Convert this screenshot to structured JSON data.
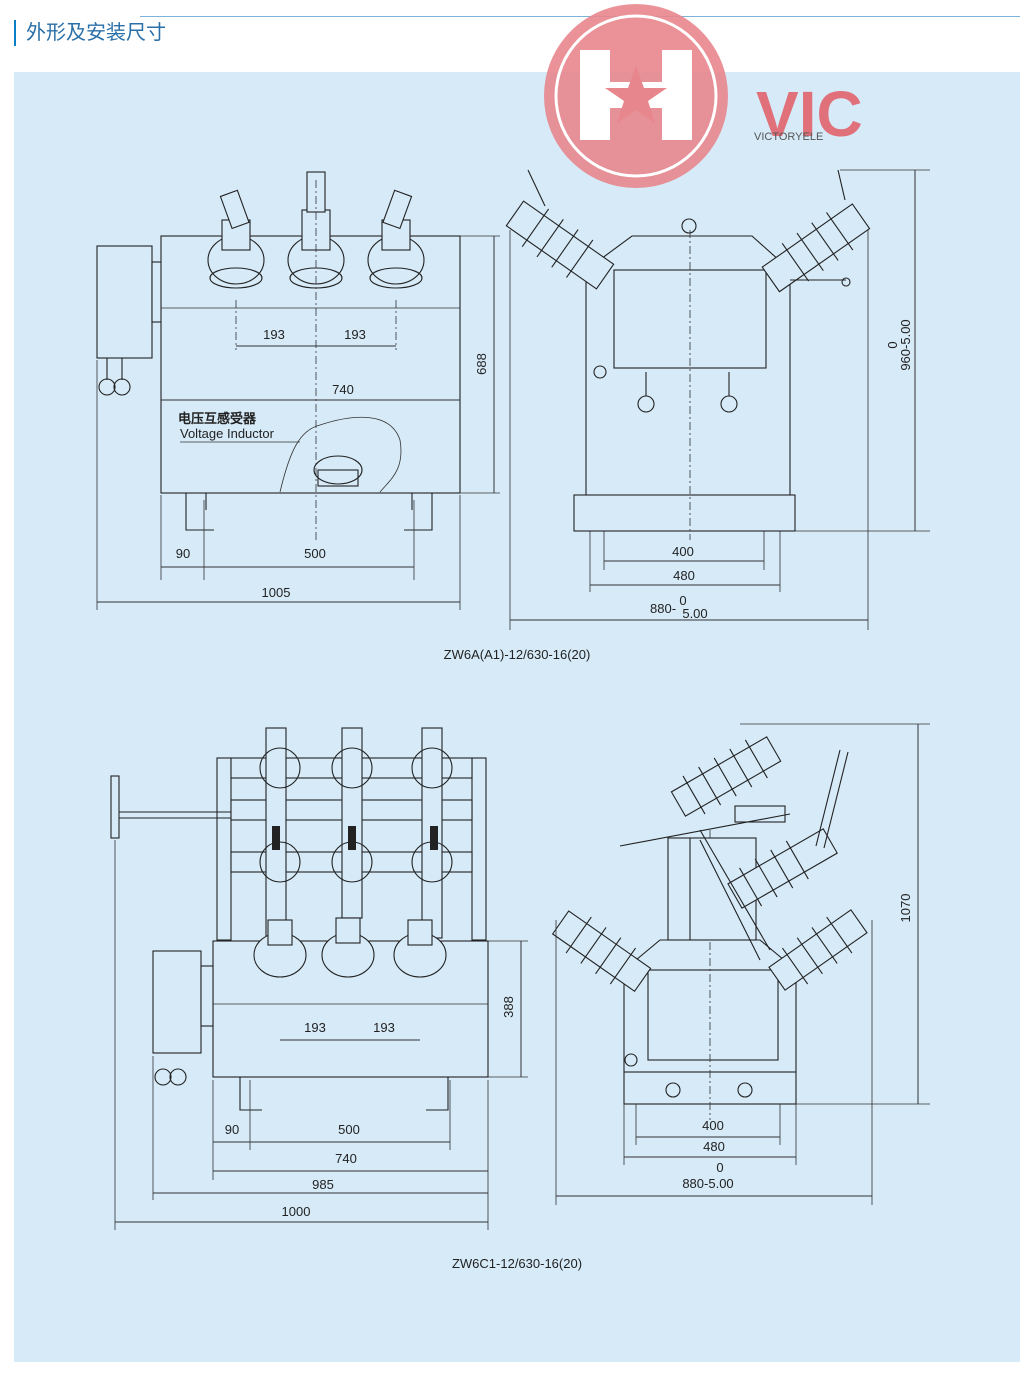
{
  "header": {
    "title": "外形及安装尺寸"
  },
  "logo": {
    "mark": "VIC",
    "subtitle": "VICTORYELE",
    "color": "#e0707a"
  },
  "colors": {
    "panel": "#d6eaf8",
    "accent": "#0a7fc6",
    "line": "#222222"
  },
  "diagram_top": {
    "model": "ZW6A(A1)-12/630-16(20)",
    "dims": {
      "phase_spacing_1": "193",
      "phase_spacing_2": "193",
      "height": "688",
      "inner_width": "740",
      "mount_offset": "90",
      "mount_span": "500",
      "overall_width": "1005",
      "side_tol_top": "0",
      "side_height": "960-5.00",
      "base_inner": "400",
      "base_outer": "480",
      "side_width_nominal": "880-",
      "side_width_upper": "0",
      "side_width_lower": "5.00"
    },
    "annotation_cn": "电压互感受器",
    "annotation_en": "Voltage Inductor"
  },
  "diagram_bottom": {
    "model": "ZW6C1-12/630-16(20)",
    "dims": {
      "phase_spacing_1": "193",
      "phase_spacing_2": "193",
      "height": "388",
      "mount_offset": "90",
      "mount_span": "500",
      "width_740": "740",
      "width_985": "985",
      "width_1000": "1000",
      "side_height": "1070",
      "base_inner": "400",
      "base_outer": "480",
      "side_tol_top": "0",
      "side_width": "880-5.00"
    }
  }
}
